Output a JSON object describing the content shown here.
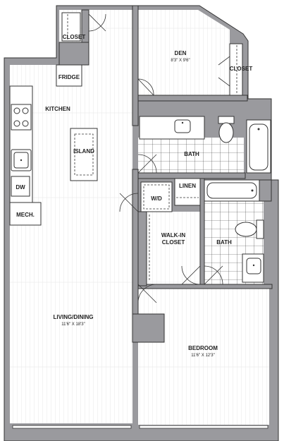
{
  "plan": {
    "rooms": {
      "closet_top": {
        "name": "CLOSET"
      },
      "fridge": {
        "name": "FRIDGE"
      },
      "kitchen": {
        "name": "KITCHEN"
      },
      "island": {
        "name": "ISLAND"
      },
      "dw": {
        "name": "DW"
      },
      "mech": {
        "name": "MECH."
      },
      "living": {
        "name": "LIVING/DINING",
        "size": "11'6\" X 18'3\""
      },
      "den": {
        "name": "DEN",
        "size": "8'3\" X 9'6\""
      },
      "closet_den": {
        "name": "CLOSET"
      },
      "bath_top": {
        "name": "BATH"
      },
      "wd": {
        "name": "W/D"
      },
      "linen": {
        "name": "LINEN"
      },
      "walkin": {
        "name": "WALK-IN",
        "name2": "CLOSET"
      },
      "bath_mid": {
        "name": "BATH"
      },
      "bedroom": {
        "name": "BEDROOM",
        "size": "11'6\" X 12'3\""
      }
    },
    "colors": {
      "wall": "#9a9a9e",
      "floor_line": "#d6d6d6",
      "tile_line": "#333333"
    }
  }
}
